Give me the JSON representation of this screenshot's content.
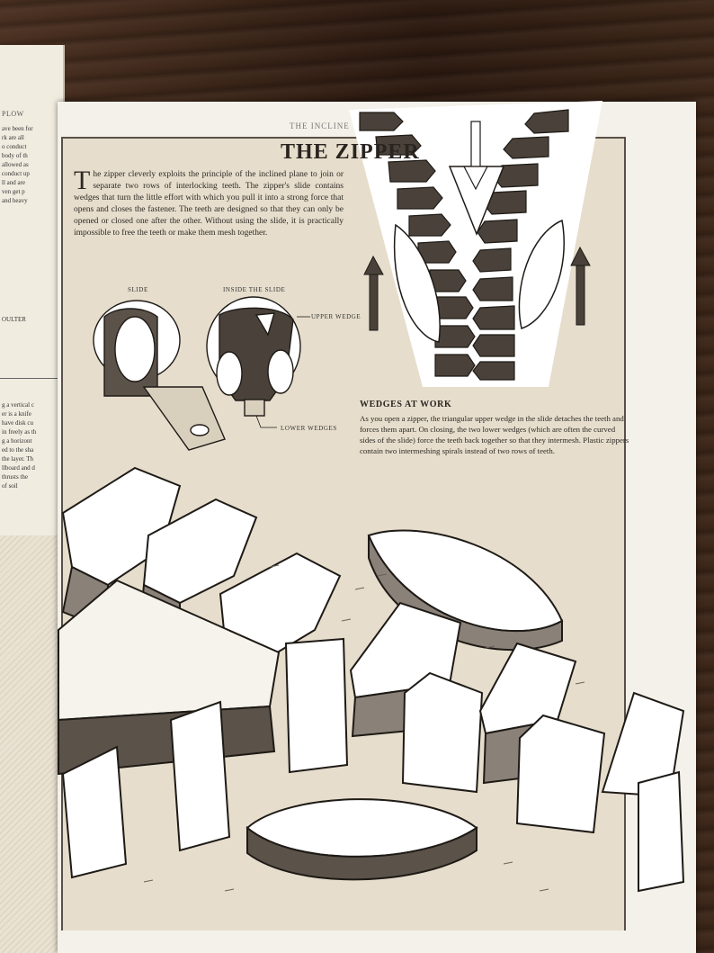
{
  "left_page": {
    "heading": "PLOW",
    "text_lines_top": [
      "ave been for",
      "rk are all",
      "o conduct",
      "body of th",
      "allowed as",
      "conduct up",
      "ll and are",
      "ven get p",
      "and heavy"
    ],
    "caption": "OULTER",
    "text_lines_bottom": [
      "g a vertical c",
      "er is a knife",
      "have disk cu",
      "in freely as th",
      "g a horizont",
      "ed to the sha",
      "the layer. Th",
      "llboard and d",
      "thrusts the",
      "of soil"
    ]
  },
  "page": {
    "running_head": "THE INCLINE",
    "title": "THE ZIPPER",
    "intro_dropcap": "T",
    "intro_text": "he zipper cleverly exploits the principle of the inclined plane to join or separate two rows of interlocking teeth. The zipper's slide contains wedges that turn the little effort with which you pull it into a strong force that opens and closes the fastener. The teeth are designed so that they can only be opened or closed one after the other. Without using the slide, it is practically impossible to free the teeth or make them mesh together.",
    "labels": {
      "slide": "SLIDE",
      "inside_slide": "INSIDE THE SLIDE",
      "upper_wedge": "UPPER WEDGE",
      "lower_wedges": "LOWER WEDGES"
    },
    "wedges_heading": "WEDGES AT WORK",
    "wedges_text": "As you open a zipper, the triangular upper wedge in the slide detaches the teeth and forces them apart. On closing, the two lower wedges (which are often the curved sides of the slide) force the teeth back together so that they intermesh. Plastic zippers contain two intermeshing spirals instead of two rows of teeth."
  },
  "colors": {
    "page": "#f4f1ea",
    "panel": "#e6ddcc",
    "ink": "#2a2420",
    "tooth_dark": "#4a423a"
  }
}
